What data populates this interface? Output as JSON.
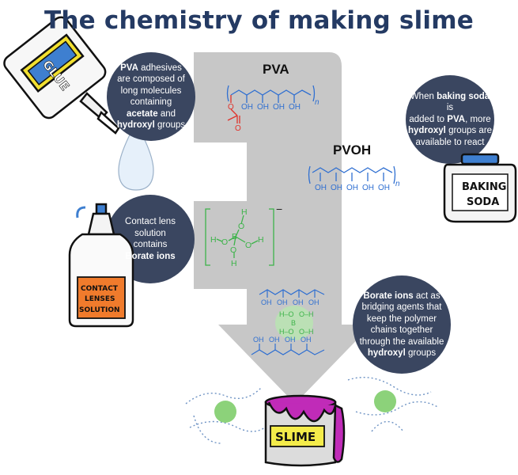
{
  "title": "The chemistry of making slime",
  "colors": {
    "title": "#243a63",
    "bubble": "#3a4660",
    "arrow": "#c7c7c7",
    "polymer": "#2f6fd1",
    "acetate": "#e0322b",
    "borate": "#3db34a",
    "slime": "#c02bb8"
  },
  "labels": {
    "pva": "PVA",
    "pvoh": "PVOH",
    "oh": "OH",
    "subscript_n": "n",
    "borate_atoms": {
      "b": "B",
      "o": "O",
      "h": "H",
      "minus": "−"
    },
    "acetate_o": "O"
  },
  "bubbles": {
    "pva": {
      "line1_bold": "PVA",
      "line1_rest": " adhesives",
      "line2": "are composed of",
      "line3": "long molecules",
      "line4": "containing",
      "line5_bold": "acetate",
      "line5_rest": " and",
      "line6_bold": "hydroxyl",
      "line6_rest": " groups"
    },
    "baking": {
      "line1_pre": "When ",
      "line1_bold": "baking soda",
      "line1_post": " is",
      "line2_pre": "added to ",
      "line2_bold": "PVA",
      "line2_post": ", more",
      "line3_bold": "hydroxyl",
      "line3_post": " groups are",
      "line4": "available to react"
    },
    "contact": {
      "line1": "Contact lens",
      "line2": "solution",
      "line3": "contains",
      "line4_bold": "Borate ions"
    },
    "borate": {
      "line1_bold": "Borate ions",
      "line1_post": " act as",
      "line2": "bridging agents that",
      "line3": "keep the polymer",
      "line4": "chains together",
      "line5": "through the available",
      "line6_bold": "hydroxyl",
      "line6_post": " groups"
    }
  },
  "containers": {
    "glue": "GLUE",
    "baking_soda": [
      "BAKING",
      "SODA"
    ],
    "contact_lenses": [
      "CONTACT",
      "LENSES",
      "SOLUTION"
    ],
    "slime": "SLIME"
  }
}
